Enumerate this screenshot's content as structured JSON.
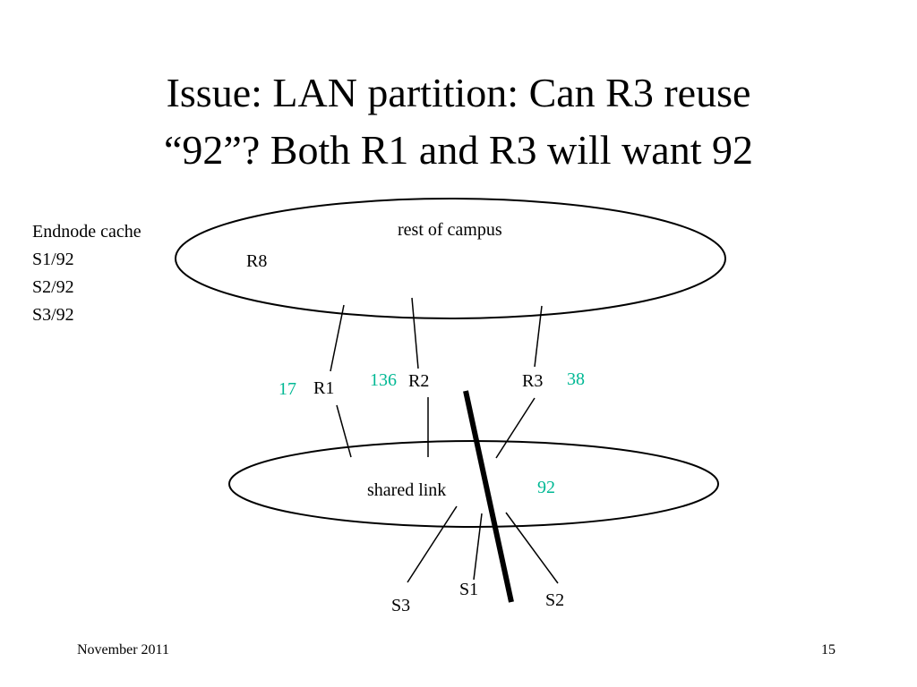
{
  "slide": {
    "title_line1": "Issue:  LAN partition: Can R3 reuse",
    "title_line2_open_quote": "“",
    "title_line2_number": "92",
    "title_line2_close_quote": "”",
    "title_line2_rest": "? Both R1 and R3 will want 92"
  },
  "cache": {
    "heading": "Endnode  cache",
    "entries": [
      "S1/92",
      "S2/92",
      "S3/92"
    ]
  },
  "diagram": {
    "campus_label": "rest of campus",
    "r8": "R8",
    "routers": [
      {
        "name": "R1",
        "id_value": "17"
      },
      {
        "name": "R2",
        "id_value": "136"
      },
      {
        "name": "R3",
        "id_value": "38"
      }
    ],
    "shared_link_label": "shared link",
    "shared_link_value": "92",
    "stations": [
      "S1",
      "S2",
      "S3"
    ],
    "accent_color": "#00b894"
  },
  "footer": {
    "date": "November 2011",
    "page": "15"
  }
}
